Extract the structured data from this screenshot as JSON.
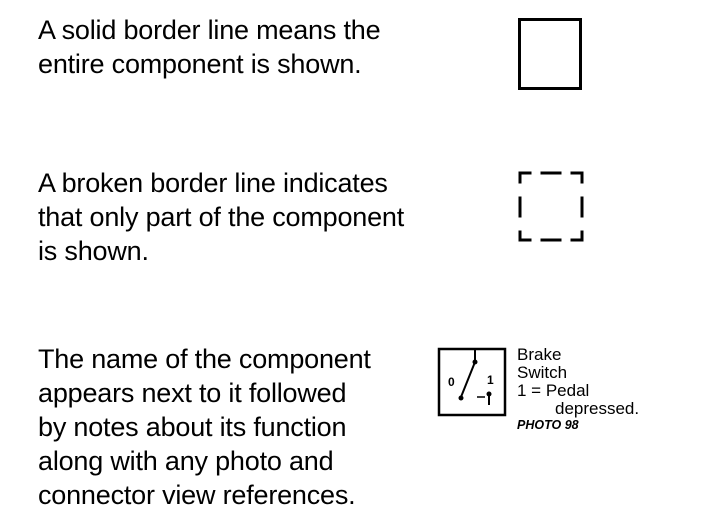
{
  "solid_border": {
    "text": "A solid border line means the\nentire component is shown."
  },
  "broken_border": {
    "text": "A broken border line indicates\nthat only part of the component\nis shown."
  },
  "component_name": {
    "text": "The name of the component\nappears next to it followed\nby notes about its function\nalong with any photo and\nconnector view references."
  },
  "switch": {
    "pos_0": "0",
    "pos_1": "1",
    "name_line1": "Brake",
    "name_line2": "Switch",
    "note_line1": "1 = Pedal",
    "note_line2": "depressed.",
    "photo_ref": "PHOTO 98"
  }
}
